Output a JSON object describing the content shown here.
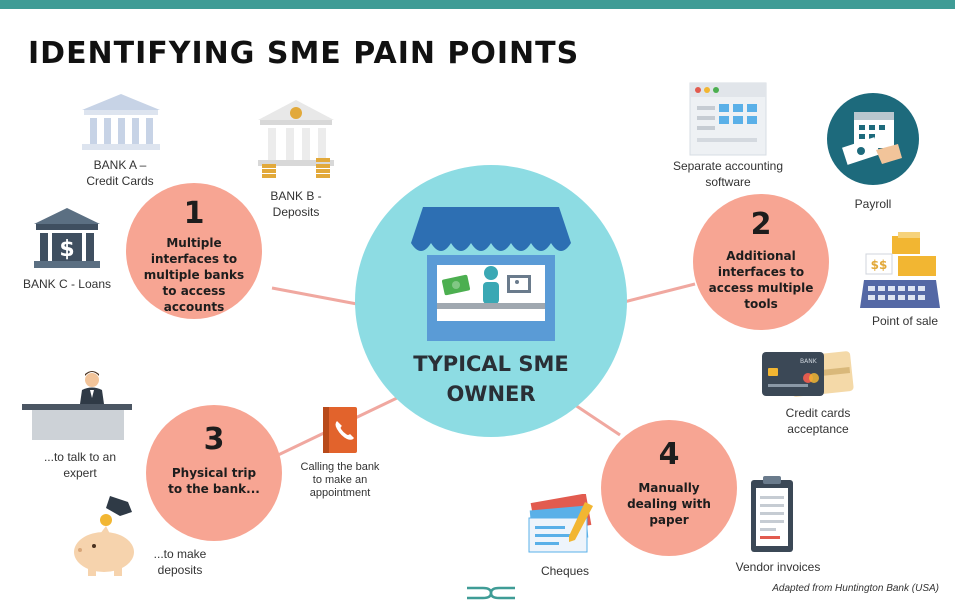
{
  "title": "IDENTIFYING SME PAIN POINTS",
  "center": {
    "line1": "TYPICAL SME",
    "line2": "OWNER"
  },
  "pain_points": [
    {
      "number": "1",
      "text": "Multiple interfaces to multiple banks to access accounts"
    },
    {
      "number": "2",
      "text": "Additional interfaces to access multiple tools"
    },
    {
      "number": "3",
      "text": "Physical trip to the bank..."
    },
    {
      "number": "4",
      "text": "Manually dealing with paper"
    }
  ],
  "labels": {
    "bank_a": {
      "line1": "BANK A –",
      "line2": "Credit Cards"
    },
    "bank_b": {
      "line1": "BANK B -",
      "line2": "Deposits"
    },
    "bank_c": {
      "line1": "BANK C - Loans"
    },
    "accounting": {
      "line1": "Separate accounting",
      "line2": "software"
    },
    "payroll": {
      "line1": "Payroll"
    },
    "pos": {
      "line1": "Point of sale"
    },
    "credit_cards": {
      "line1": "Credit cards",
      "line2": "acceptance"
    },
    "expert": {
      "line1": "...to talk to an",
      "line2": "expert"
    },
    "calling": {
      "line1": "Calling the bank",
      "line2": "to make an",
      "line3": "appointment"
    },
    "deposits": {
      "line1": "...to make",
      "line2": "deposits"
    },
    "cheques": {
      "line1": "Cheques"
    },
    "vendor": {
      "line1": "Vendor invoices"
    }
  },
  "footer": {
    "credit": "Adapted from Huntington Bank (USA)"
  },
  "colors": {
    "accent": "#3f9c96",
    "center": "#8ddce3",
    "pain": "#f7a593",
    "connector": "#f0a8a0"
  },
  "icons": [
    "bank-building-icon",
    "bank-with-coins-icon",
    "dollar-bank-icon",
    "browser-window-icon",
    "payroll-calendar-icon",
    "cash-register-icon",
    "credit-cards-icon",
    "banker-desk-icon",
    "phone-book-icon",
    "piggy-bank-icon",
    "cheques-icon",
    "clipboard-invoice-icon",
    "storefront-icon",
    "logo-icon"
  ]
}
